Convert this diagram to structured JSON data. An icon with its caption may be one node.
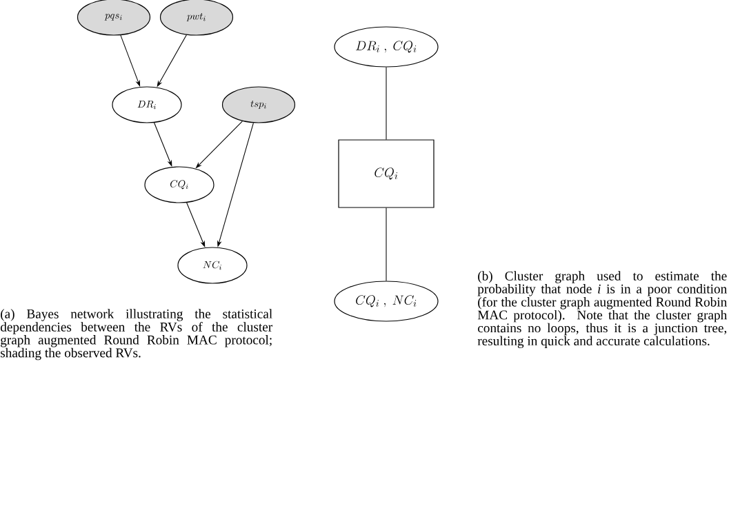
{
  "diagram": {
    "nodes": [
      {
        "text": [
          "pqs_i"
        ]
      },
      {
        "text": [
          "pwt_i"
        ]
      },
      {
        "text": [
          "DR_i"
        ]
      },
      {
        "text": [
          "tsp_i"
        ]
      },
      {
        "text": [
          "CQ_i"
        ]
      },
      {
        "text": [
          "NC_i"
        ]
      },
      {
        "text": [
          "DR_i\\ ,\\ CQ_i"
        ]
      },
      {
        "text": [
          "CQ_i"
        ]
      },
      {
        "text": [
          "CQ_i\\ ,\\ NC_i"
        ]
      }
    ],
    "edges": [
      {
        "from": 0,
        "to": 2,
        "arrow": "to"
      },
      {
        "from": 1,
        "to": 2,
        "arrow": "to"
      },
      {
        "from": 2,
        "to": 4,
        "arrow": "to"
      },
      {
        "from": 3,
        "to": 4,
        "arrow": "to"
      },
      {
        "from": 3,
        "to": 5,
        "arrow": "to"
      },
      {
        "from": 4,
        "to": 5,
        "arrow": "to"
      },
      {
        "from": 6,
        "to": 7,
        "arrow": "none"
      },
      {
        "from": 7,
        "to": 8,
        "arrow": "none"
      }
    ],
    "labels": [
      "(a) Bayes network illustrating the statistical dependencies between the RVs of the cluster graph augmented Round Robin MAC protocol; shading the observed RVs.",
      "(b) Cluster graph used to estimate the probability that node *i* is in a poor condition (for the cluster graph augmented Round Robin MAC protocol). Note that the cluster graph contains no loops, thus it is a junction tree, resulting in quick and accurate calculations."
    ]
  }
}
